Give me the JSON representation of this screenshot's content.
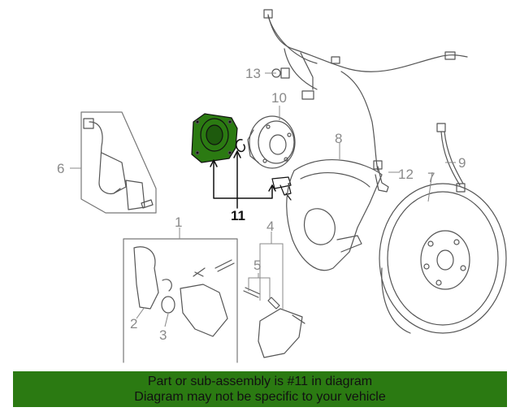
{
  "callouts": {
    "c1": "1",
    "c2": "2",
    "c3": "3",
    "c4": "4",
    "c5": "5",
    "c6": "6",
    "c7": "7",
    "c8": "8",
    "c9": "9",
    "c10": "10",
    "c11": "11",
    "c12": "12",
    "c13": "13"
  },
  "highlighted_part": "11",
  "colors": {
    "highlight": "#2b7a12",
    "line": "#555555",
    "callout_text": "#8a8a8a"
  },
  "banner": {
    "line1": "Part or sub-assembly is #11 in diagram",
    "line2": "Diagram may not be specific to your vehicle"
  }
}
